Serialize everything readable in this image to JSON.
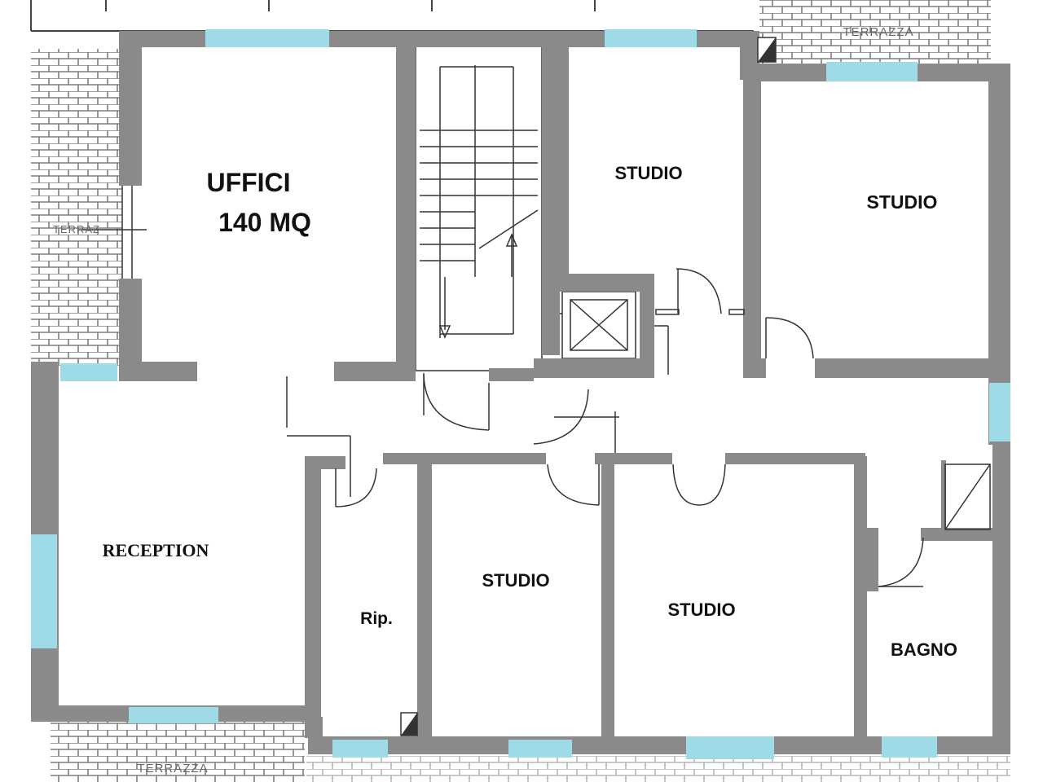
{
  "colors": {
    "wall": "#8a8a8a",
    "window": "#9fdbe6",
    "brick_line": "#7d7d7d",
    "line": "#333333",
    "text": "#111111",
    "faint_text": "#666666"
  },
  "labels": {
    "uffici_line1": "UFFICI",
    "uffici_line2": "140 MQ",
    "studio_top_middle": "STUDIO",
    "studio_top_right": "STUDIO",
    "reception": "RECEPTION",
    "rip": "Rip.",
    "studio_bottom_left": "STUDIO",
    "studio_bottom_middle": "STUDIO",
    "bagno": "BAGNO",
    "terrazza_top": "TERRAZZA",
    "terrazzo_left": "TERRAZ",
    "terrazza_bottom": "TERRAZZA"
  }
}
